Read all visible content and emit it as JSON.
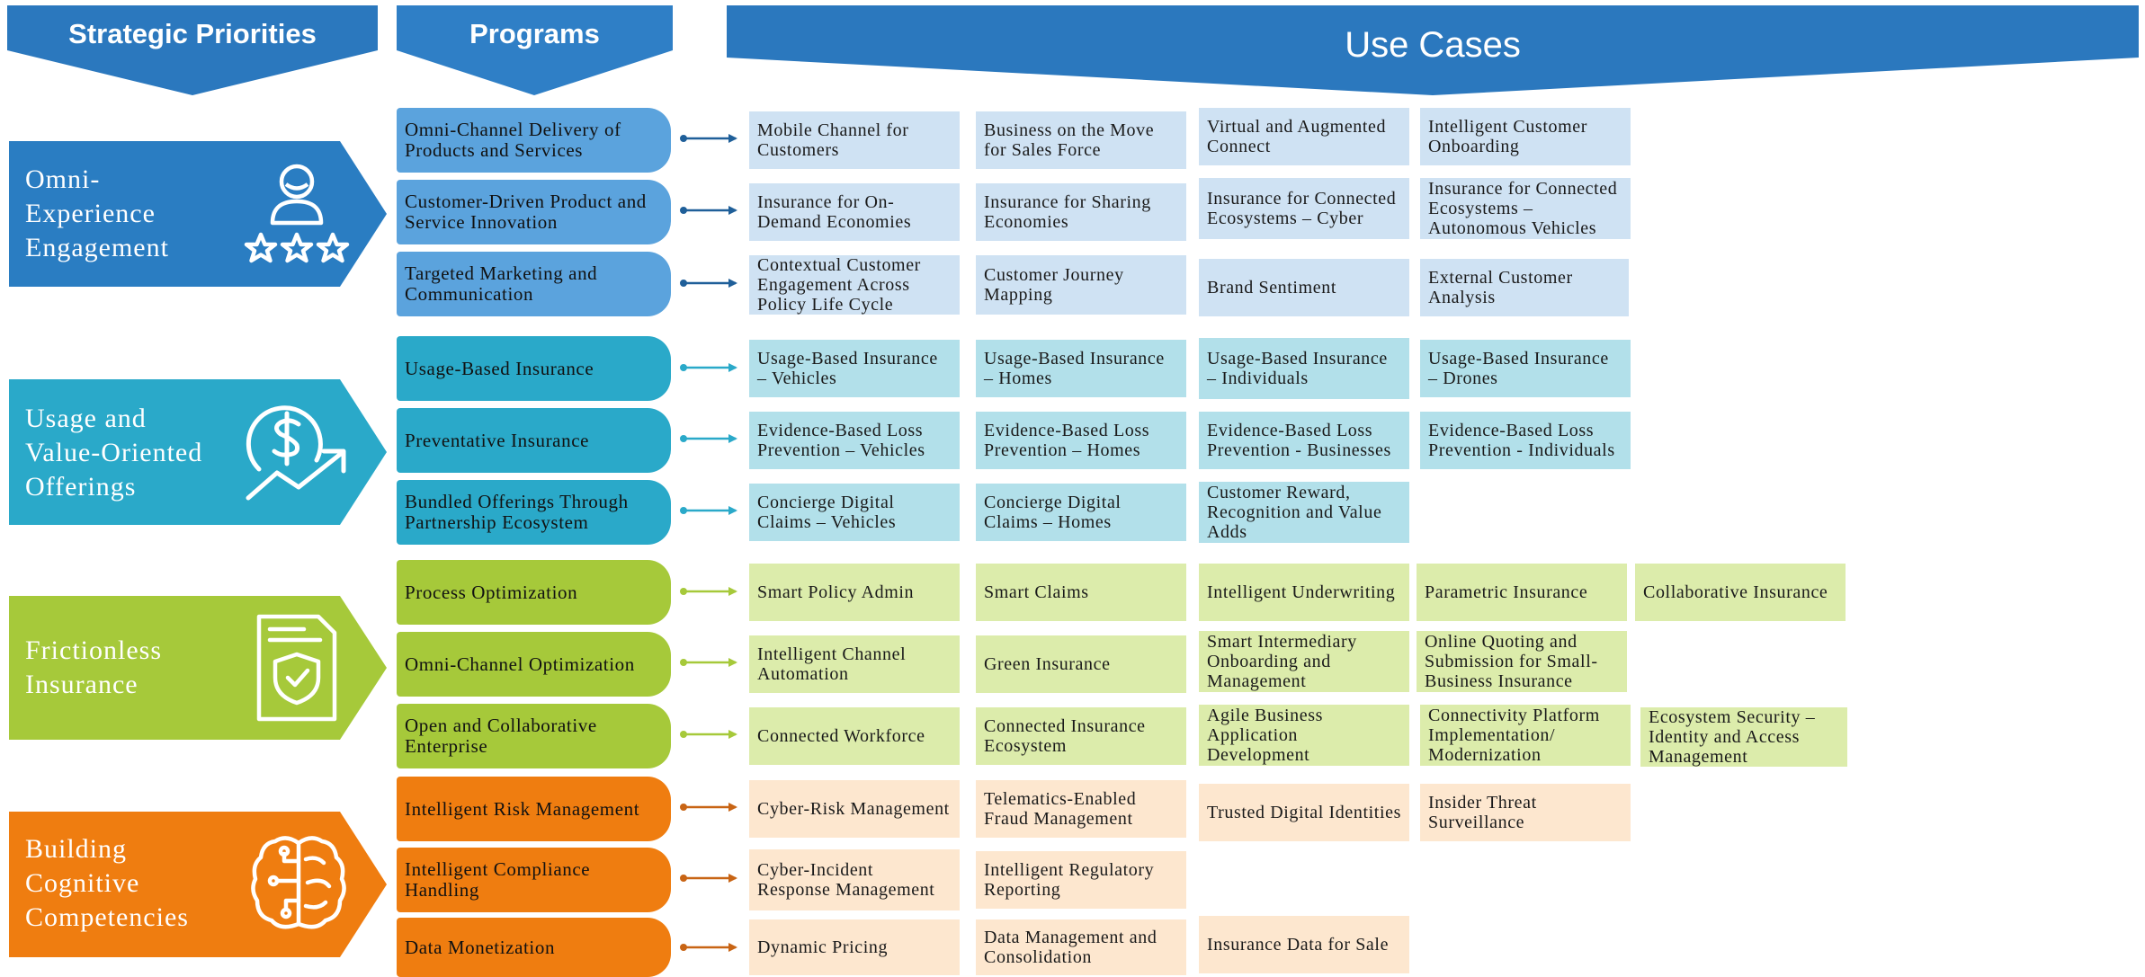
{
  "headers": {
    "strategic_priorities": "Strategic Priorities",
    "programs": "Programs",
    "use_cases": "Use Cases"
  },
  "colors": {
    "header_blue": "#2b78be",
    "programs_header": "#2f7fc6",
    "blue_group_prio": "#2a7dc2",
    "blue_group_prog": "#5ba3dd",
    "blue_group_uc": "#cfe2f3",
    "teal_group_prio": "#2aa9c9",
    "teal_group_prog": "#2aa9c9",
    "teal_group_uc": "#b2e0ea",
    "green_group_prio": "#a6c93a",
    "green_group_prog": "#a6c93a",
    "green_group_uc": "#dcecab",
    "orange_group_prio": "#ef7d10",
    "orange_group_prog": "#ef7d10",
    "orange_group_uc": "#fde7cf"
  },
  "groups": [
    {
      "priority": "Omni-\nExperience\nEngagement",
      "icon": "user-with-stars-icon",
      "programs": [
        {
          "label": "Omni-Channel Delivery of Products and Services",
          "use_cases": [
            "Mobile Channel for Customers",
            "Business on the Move for Sales Force",
            "Virtual and Augmented Connect",
            "Intelligent Customer Onboarding"
          ]
        },
        {
          "label": "Customer-Driven Product and Service Innovation",
          "use_cases": [
            "Insurance for On-Demand Economies",
            "Insurance for Sharing Economies",
            "Insurance for Connected Ecosystems – Cyber",
            "Insurance for Connected Ecosystems – Autonomous Vehicles"
          ]
        },
        {
          "label": "Targeted Marketing and Communication",
          "use_cases": [
            "Contextual Customer Engagement Across Policy Life Cycle",
            "Customer Journey Mapping",
            "Brand Sentiment",
            "External Customer Analysis"
          ]
        }
      ]
    },
    {
      "priority": "Usage and\nValue-Oriented\nOfferings",
      "icon": "dollar-growth-icon",
      "programs": [
        {
          "label": "Usage-Based Insurance",
          "use_cases": [
            "Usage-Based Insurance – Vehicles",
            "Usage-Based Insurance – Homes",
            "Usage-Based Insurance – Individuals",
            "Usage-Based Insurance – Drones"
          ]
        },
        {
          "label": "Preventative Insurance",
          "use_cases": [
            "Evidence-Based Loss Prevention – Vehicles",
            "Evidence-Based Loss Prevention – Homes",
            "Evidence-Based Loss Prevention - Businesses",
            "Evidence-Based Loss Prevention - Individuals"
          ]
        },
        {
          "label": "Bundled Offerings Through Partnership Ecosystem",
          "use_cases": [
            "Concierge Digital Claims – Vehicles",
            "Concierge Digital Claims – Homes",
            "Customer Reward, Recognition and Value Adds"
          ]
        }
      ]
    },
    {
      "priority": "Frictionless\nInsurance",
      "icon": "shield-document-icon",
      "programs": [
        {
          "label": "Process Optimization",
          "use_cases": [
            "Smart Policy Admin",
            "Smart Claims",
            "Intelligent Underwriting",
            "Parametric Insurance",
            "Collaborative Insurance"
          ]
        },
        {
          "label": "Omni-Channel Optimization",
          "use_cases": [
            "Intelligent Channel Automation",
            "Green Insurance",
            "Smart Intermediary Onboarding and Management",
            "Online Quoting and Submission for Small-Business Insurance"
          ]
        },
        {
          "label": "Open and Collaborative Enterprise",
          "use_cases": [
            "Connected Workforce",
            "Connected Insurance Ecosystem",
            "Agile Business Application Development",
            "Connectivity Platform Implementation/ Modernization",
            "Ecosystem Security – Identity and Access Management"
          ]
        }
      ]
    },
    {
      "priority": "Building\nCognitive\nCompetencies",
      "icon": "brain-circuit-icon",
      "programs": [
        {
          "label": "Intelligent Risk Management",
          "use_cases": [
            "Cyber-Risk Management",
            "Telematics-Enabled Fraud Management",
            "Trusted Digital Identities",
            "Insider Threat Surveillance"
          ]
        },
        {
          "label": "Intelligent Compliance Handling",
          "use_cases": [
            "Cyber-Incident Response Management",
            "Intelligent Regulatory Reporting"
          ]
        },
        {
          "label": "Data Monetization",
          "use_cases": [
            "Dynamic Pricing",
            "Data Management and Consolidation",
            "Insurance Data for Sale"
          ]
        }
      ]
    }
  ]
}
